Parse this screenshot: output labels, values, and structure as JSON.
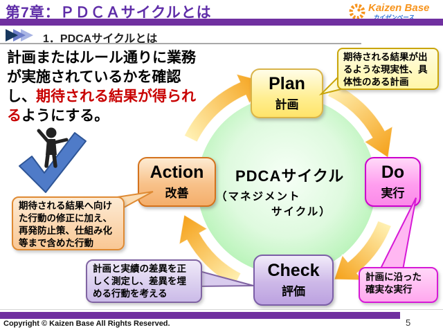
{
  "header": {
    "chapter_title": "第7章：ＰＤＣＡサイクルとは",
    "section_title": "1．PDCAサイクルとは",
    "logo_name": "Kaizen Base",
    "logo_sub": "カイゼンベース"
  },
  "intro": {
    "before": "計画またはルール通りに業務が実施されているかを確認し、",
    "highlight": "期待される結果が得られる",
    "after": "ようにする。"
  },
  "cycle": {
    "center_title": "PDCAサイクル",
    "center_sub_line1": "（マネジメント",
    "center_sub_line2": "サイクル）",
    "nodes": {
      "plan": {
        "en": "Plan",
        "ja": "計画"
      },
      "do": {
        "en": "Do",
        "ja": "実行"
      },
      "check": {
        "en": "Check",
        "ja": "評価"
      },
      "action": {
        "en": "Action",
        "ja": "改善"
      }
    }
  },
  "callouts": {
    "plan": "期待される結果が出\nるような現実性、具\n体性のある計画",
    "do": "計画に沿った\n確実な実行",
    "check": "計画と実績の差異を正\nしく測定し、差異を埋\nめる行動を考える",
    "action": "期待される結果へ向け\nた行動の修正に加え、\n再発防止策、仕組み化\n等まで含めた行動"
  },
  "footer": {
    "copyright": "Copyright ©  Kaizen Base  All Rights Reserved.",
    "page_number": "5"
  },
  "colors": {
    "accent_purple": "#7030A0",
    "title_purple": "#5F2DA8",
    "highlight_red": "#C80000",
    "arrow_orange": "#F5A018",
    "circle_green": "#98EE98",
    "plan_yellow": "#FFE46A",
    "do_pink": "#FF9EEF",
    "check_purple": "#BCA2E0",
    "action_orange": "#F4AE6B",
    "logo_orange": "#F7941D"
  }
}
